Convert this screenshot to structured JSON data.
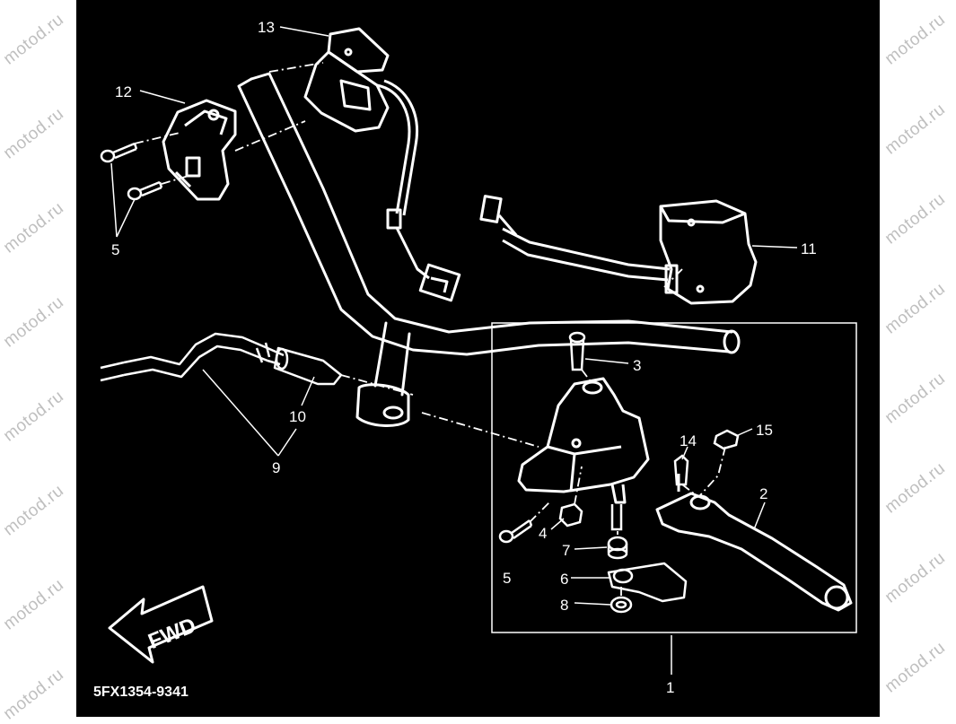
{
  "diagram": {
    "callouts": [
      {
        "id": "c13",
        "text": "13"
      },
      {
        "id": "c12",
        "text": "12"
      },
      {
        "id": "c5a",
        "text": "5"
      },
      {
        "id": "c11",
        "text": "11"
      },
      {
        "id": "c3",
        "text": "3"
      },
      {
        "id": "c10",
        "text": "10"
      },
      {
        "id": "c9",
        "text": "9"
      },
      {
        "id": "c14",
        "text": "14"
      },
      {
        "id": "c15",
        "text": "15"
      },
      {
        "id": "c2",
        "text": "2"
      },
      {
        "id": "c4",
        "text": "4"
      },
      {
        "id": "c7",
        "text": "7"
      },
      {
        "id": "c6",
        "text": "6"
      },
      {
        "id": "c5b",
        "text": "5"
      },
      {
        "id": "c8",
        "text": "8"
      },
      {
        "id": "c1",
        "text": "1"
      }
    ],
    "fwd_label": "FWD",
    "drawing_code": "5FX1354-9341"
  },
  "watermark": {
    "text": "motod.ru",
    "color": "#bfbfbf"
  },
  "colors": {
    "background": "#000000",
    "line": "#ffffff",
    "margin": "#ffffff"
  }
}
